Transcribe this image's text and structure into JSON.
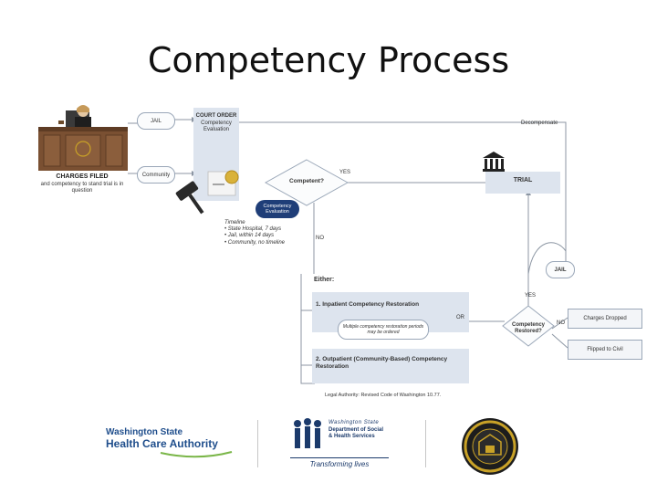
{
  "title": "Competency Process",
  "diagram": {
    "charges_filed": "CHARGES FILED",
    "charges_sub": "and competency to stand trial is in question",
    "jail": "JAIL",
    "community": "Community",
    "court_order": "COURT ORDER",
    "court_order_sub": "Competency Evaluation",
    "competency_evaluation": "Competency Evaluation",
    "eval_timeline_head": "Timeline",
    "eval_timeline_items": [
      "• State Hospital, 7 days",
      "• Jail, within 14 days",
      "• Community, no timeline"
    ],
    "competent_q": "Competent?",
    "yes": "YES",
    "no": "NO",
    "trial": "TRIAL",
    "decompensate": "Decompensate",
    "either": "Either:",
    "option1": "1. Inpatient Competency Restoration",
    "or": "OR",
    "multiple_note": "Multiple competency restoration periods may be ordered",
    "option2": "2. Outpatient (Community-Based) Competency Restoration",
    "legal": "Legal Authority: Revised Code of Washington 10.77.",
    "jail2": "JAIL",
    "yes2": "YES",
    "restored_q": "Competency Restored?",
    "no2": "NO",
    "charges_dropped": "Charges Dropped",
    "flipped_civil": "Flipped to Civil"
  },
  "logos": {
    "hca_line1": "Washington State",
    "hca_line2": "Health Care Authority",
    "dshs_line1": "Washington State",
    "dshs_line2": "Department of Social",
    "dshs_line3": "& Health Services",
    "dshs_tagline": "Transforming lives"
  },
  "colors": {
    "panel": "#dde4ee",
    "line": "#8c96a3",
    "hca_blue": "#1f4e8c",
    "hca_green": "#7ab648",
    "dshs_navy": "#1b3a6b",
    "seal_gold": "#c9a227"
  }
}
